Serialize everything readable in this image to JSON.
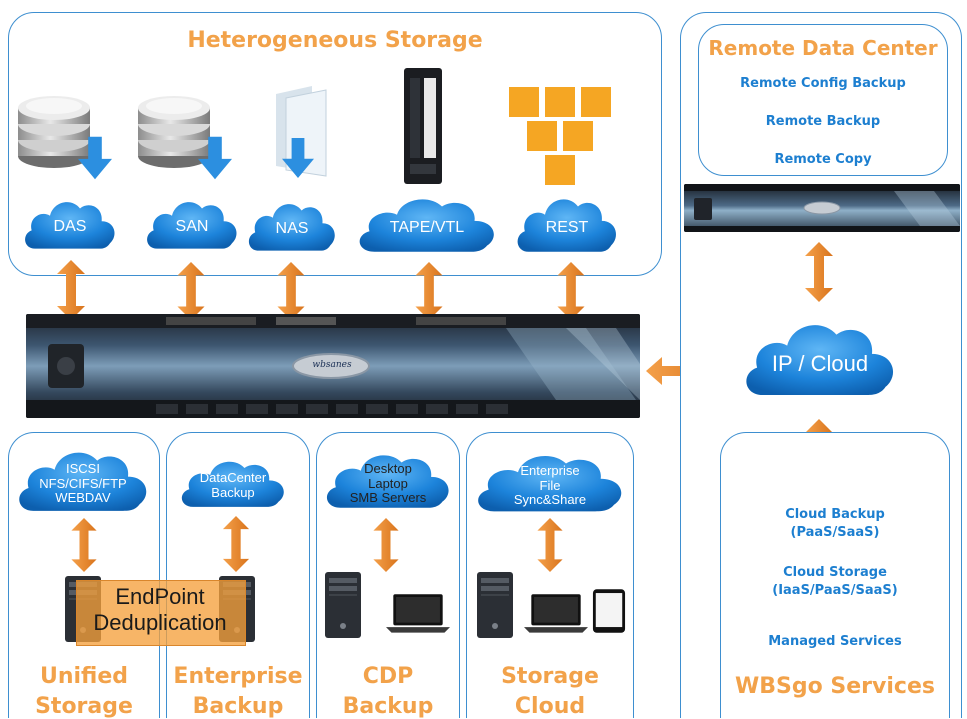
{
  "heterogeneous": {
    "title": "Heterogeneous Storage",
    "clouds": [
      "DAS",
      "SAN",
      "NAS",
      "TAPE/VTL",
      "REST"
    ]
  },
  "remote": {
    "title": "Remote Data Center",
    "items": [
      "Remote Config Backup",
      "Remote Backup",
      "Remote Copy"
    ]
  },
  "ip_cloud": "IP / Cloud",
  "appliance_brand": "wbsanes",
  "bottom_panels": [
    {
      "cloud_text": "ISCSI\nNFS/CIFS/FTP\nWEBDAV",
      "title_line1": "Unified",
      "title_line2": "Storage"
    },
    {
      "cloud_text": "DataCenter\nBackup",
      "title_line1": "Enterprise",
      "title_line2": "Backup"
    },
    {
      "cloud_text": "Desktop\nLaptop\nSMB Servers",
      "title_line1": "CDP",
      "title_line2": "Backup"
    },
    {
      "cloud_text": "Enterprise\nFile\nSync&Share",
      "title_line1": "Storage",
      "title_line2": "Cloud"
    }
  ],
  "endpoint": {
    "line1": "EndPoint",
    "line2": "Deduplication"
  },
  "wbsgo": {
    "items": [
      "Cloud Backup\n(PaaS/SaaS)",
      "Cloud Storage\n(IaaS/PaaS/SaaS)",
      "Managed Services"
    ],
    "title": "WBSgo Services"
  },
  "colors": {
    "accent_orange": "#f2a24a",
    "panel_blue": "#3e8fd0",
    "cloud_blue": "#1a7fd8",
    "arrow": "#e8862a"
  }
}
